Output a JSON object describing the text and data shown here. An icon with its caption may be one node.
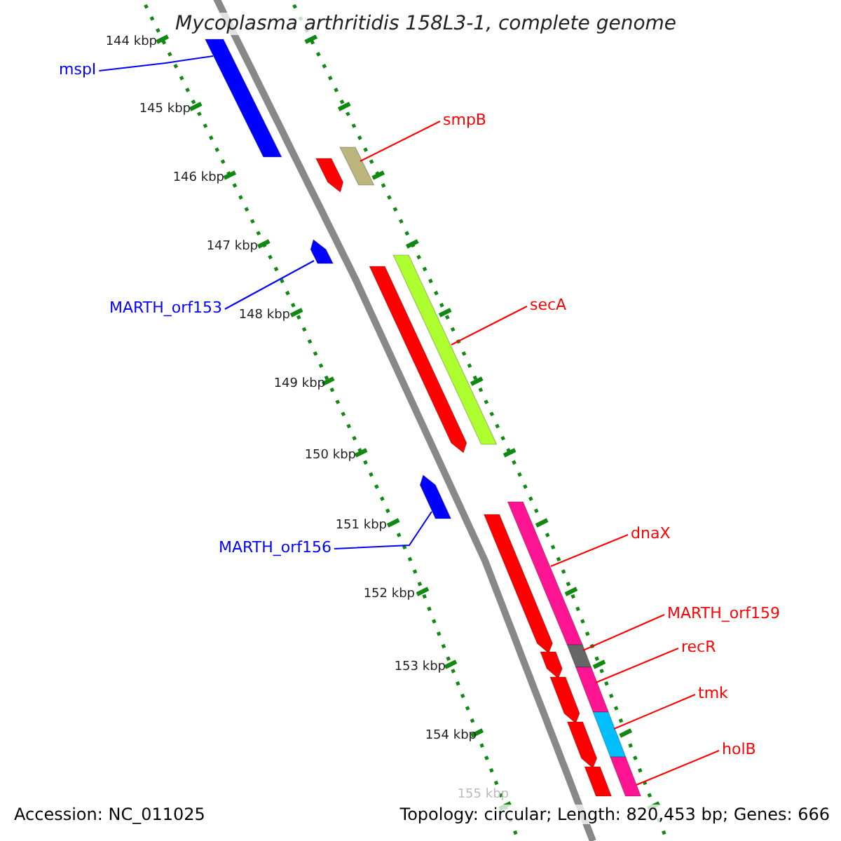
{
  "diagram": {
    "title": "Mycoplasma arthritidis 158L3-1, complete genome",
    "nodes": [
      {
        "text": [
          "mspI"
        ]
      },
      {
        "text": [],
        "shape": "bar"
      },
      {
        "text": [
          "smpB"
        ]
      },
      {
        "text": [],
        "shape": "bar"
      },
      {
        "text": [
          "MARTH_orf153"
        ]
      },
      {
        "text": [],
        "shape": "bar"
      },
      {
        "text": [
          "secA"
        ]
      },
      {
        "text": [],
        "shape": "bar"
      },
      {
        "text": [
          "MARTH_orf156"
        ]
      },
      {
        "text": [],
        "shape": "bar"
      },
      {
        "text": [
          "dnaX"
        ]
      },
      {
        "text": [],
        "shape": "bar"
      },
      {
        "text": [
          "MARTH_orf159"
        ]
      },
      {
        "text": [],
        "shape": "bar"
      },
      {
        "text": [
          "recR"
        ]
      },
      {
        "text": [],
        "shape": "bar"
      },
      {
        "text": [
          "tmk"
        ]
      },
      {
        "text": [],
        "shape": "bar"
      },
      {
        "text": [
          "holB"
        ]
      },
      {
        "text": [],
        "shape": "bar"
      },
      {
        "text": [],
        "shape": "bar"
      },
      {
        "text": [],
        "shape": "bar"
      },
      {
        "text": [],
        "shape": "bar"
      },
      {
        "text": [],
        "shape": "bar"
      },
      {
        "text": [],
        "shape": "bar"
      },
      {
        "text": [],
        "shape": "bar"
      },
      {
        "text": [],
        "shape": "bar"
      }
    ],
    "edges": [
      {
        "from": 0,
        "to": 1,
        "arrow": "none",
        "color": "#0000ff"
      },
      {
        "from": 2,
        "to": 3,
        "arrow": "none"
      },
      {
        "from": 4,
        "to": 5,
        "arrow": "none",
        "color": "#0000ff"
      },
      {
        "from": 6,
        "to": 7,
        "arrow": "none"
      },
      {
        "from": 8,
        "to": 9,
        "arrow": "none",
        "color": "#0000ff"
      },
      {
        "from": 10,
        "to": 11,
        "arrow": "none"
      },
      {
        "from": 12,
        "to": 13,
        "arrow": "none"
      },
      {
        "from": 14,
        "to": 15,
        "arrow": "none"
      },
      {
        "from": 16,
        "to": 17,
        "arrow": "none"
      },
      {
        "from": 18,
        "to": 19,
        "arrow": "none"
      }
    ],
    "labels": [
      "144 kbp",
      "145 kbp",
      "146 kbp",
      "147 kbp",
      "148 kbp",
      "149 kbp",
      "150 kbp",
      "151 kbp",
      "152 kbp",
      "153 kbp",
      "154 kbp",
      "155 kbp",
      "Accession: NC_011025",
      "Topology: circular; Length: 820,453 bp; Genes: 666"
    ]
  }
}
